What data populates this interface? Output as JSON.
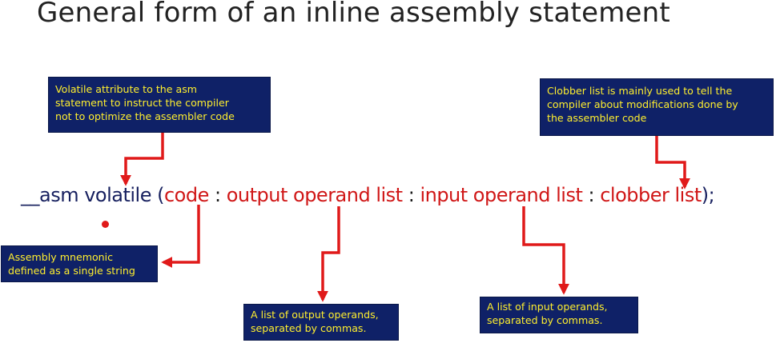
{
  "slide": {
    "title": "General form of an inline assembly statement"
  },
  "statement": {
    "prefix": "__asm volatile (",
    "code": "code",
    "sep1": " : ",
    "output": "output operand list",
    "sep2": " : ",
    "input": "input operand list",
    "sep3": " : ",
    "clobber": "clobber list",
    "suffix": ");"
  },
  "notes": {
    "volatile": [
      "Volatile attribute to the asm",
      "statement to instruct the compiler",
      "not to optimize the assembler code"
    ],
    "clobber": [
      "Clobber list is mainly used to tell the",
      "compiler about modifications done by",
      "the assembler code"
    ],
    "code": [
      "Assembly mnemonic",
      "defined as a single string"
    ],
    "output": [
      "A list of output operands,",
      "separated by commas."
    ],
    "input": [
      "A list of input operands,",
      "separated by commas."
    ]
  },
  "colors": {
    "note_background": "#0f2167",
    "note_text": "#ffef2e",
    "arrow": "#e01a1a",
    "highlight_text": "#d01717",
    "keyword_text": "#17205f"
  }
}
